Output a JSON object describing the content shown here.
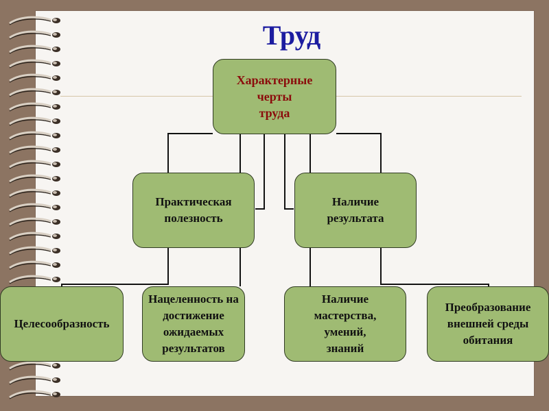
{
  "title": "Труд",
  "nodes": {
    "root": "Характерные\nчерты\nтруда",
    "practical": "Практическая\nполезность",
    "result": "Наличие\nрезультата",
    "purpose": "Целесообразность",
    "aim": "Нацеленность на\nдостижение\nожидаемых\nрезультатов",
    "mastery": "Наличие\nмастерства,\nумений,\nзнаний",
    "transform": "Преобразование\nвнешней среды\nобитания"
  },
  "colors": {
    "box_fill": "#9fbb73",
    "root_text": "#8b0c0c",
    "title_text": "#1c1ca0",
    "page_bg": "#f7f5f2",
    "frame_bg": "#8c7462"
  }
}
